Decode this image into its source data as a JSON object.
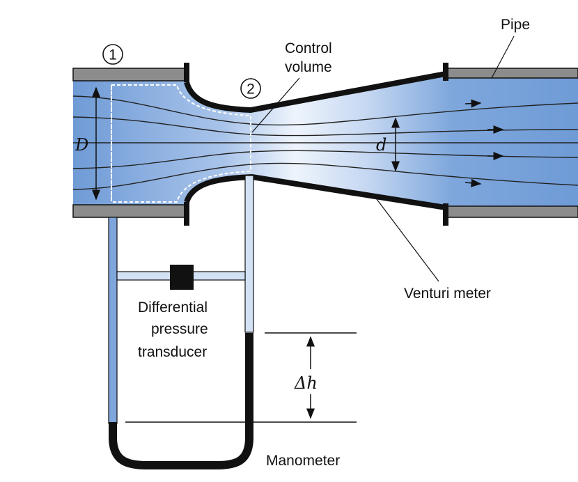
{
  "labels": {
    "pipe": "Pipe",
    "control_volume_line1": "Control",
    "control_volume_line2": "volume",
    "section_1": "1",
    "section_2": "2",
    "diameter_D": "D",
    "diameter_d": "d",
    "venturi_meter": "Venturi meter",
    "transducer_line1": "Differential",
    "transducer_line2": "pressure",
    "transducer_line3": "transducer",
    "delta_h": "Δh",
    "manometer": "Manometer"
  },
  "colors": {
    "fluid": "#6f9bd6",
    "fluid_light": "#eef4fc",
    "pipe_wall": "#8c8c8c",
    "outline": "#111111"
  }
}
